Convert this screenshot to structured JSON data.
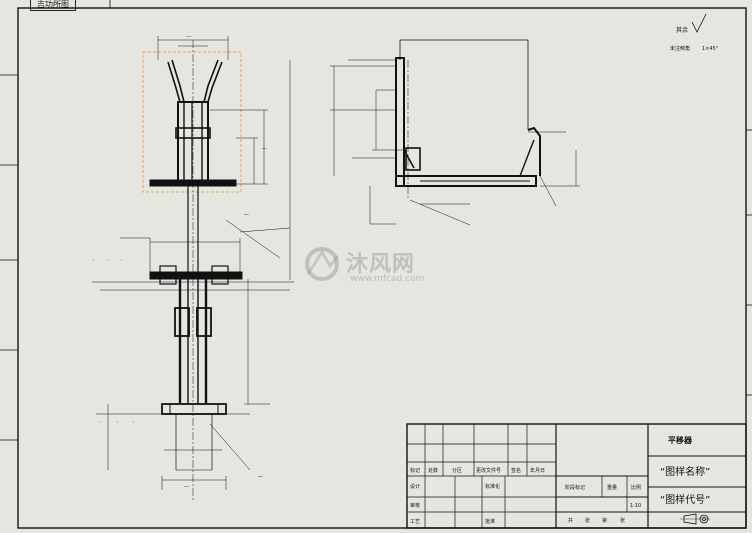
{
  "tab": {
    "label": "吉功所图"
  },
  "watermark": {
    "brand": "沐风网",
    "url": "www.mfcad.com"
  },
  "corner": {
    "roughness_label": "其余",
    "note_label": "未注倒角",
    "note_value": "1×45°"
  },
  "title_block": {
    "company": "平移器",
    "drawing_name": "“图样名称”",
    "drawing_code": "“图样代号”",
    "stage_label": "阶段标记",
    "weight_label": "重量",
    "scale_label": "比例",
    "scale_value": "1:10",
    "revision_headers": [
      "标记",
      "处数",
      "分区",
      "更改文件号",
      "签名",
      "年月日"
    ],
    "role_labels": [
      "设计",
      "审核",
      "工艺"
    ],
    "std_label": "标准化",
    "approve_label": "批准",
    "sheet_labels": [
      "共",
      "张",
      "第",
      "张"
    ]
  },
  "colors": {
    "line": "#111111",
    "paper": "#e6e6e0",
    "highlight": "#f0a050"
  }
}
